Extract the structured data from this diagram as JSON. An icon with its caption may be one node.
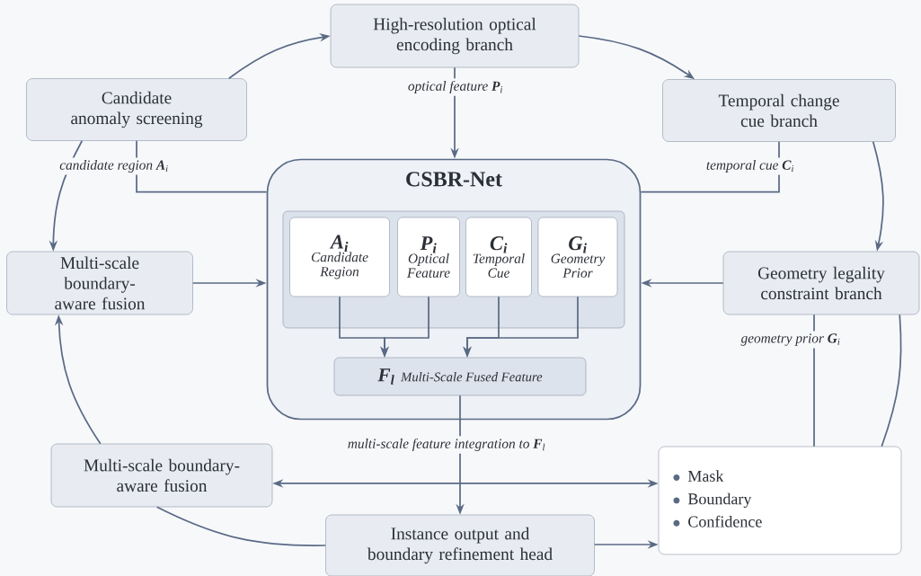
{
  "diagram": {
    "nodes": [
      {
        "text": [
          "High-resolution optical encoding branch"
        ]
      },
      {
        "text": [
          "Candidate anomaly screening"
        ]
      },
      {
        "text": [
          "Temporal change cue branch"
        ]
      },
      {
        "text": [
          "CSBR-Net"
        ]
      },
      {
        "text": [],
        "shape": "box",
        "in": 3
      },
      {
        "text": [
          "A$_{i}$",
          "Candidate Region"
        ],
        "in": 4
      },
      {
        "text": [
          "P$_{i}$",
          "Optical Feature"
        ],
        "in": 4
      },
      {
        "text": [
          "C$_{i}$",
          "Temporal Cue"
        ],
        "in": 4
      },
      {
        "text": [
          "G$_{i}$",
          "Geometry Prior"
        ],
        "in": 4
      },
      {
        "text": [
          "F$_{l}$",
          "Multi-Scale Fused Feature"
        ],
        "in": 3
      },
      {
        "text": [
          "Multi-scale boundary-aware fusion"
        ]
      },
      {
        "text": [
          "Geometry legality constraint branch"
        ]
      },
      {
        "text": [
          "Multi-scale boundary-aware fusion"
        ]
      },
      {
        "text": [
          "Mask",
          "Boundary",
          "Confidence"
        ]
      },
      {
        "text": [
          "Instance output and boundary refinement head"
        ]
      }
    ],
    "edges": [
      {
        "from": 1,
        "to": 0,
        "arrow": "to"
      },
      {
        "from": 0,
        "to": 2,
        "arrow": "to"
      },
      {
        "from": 0,
        "to": 3,
        "arrow": "to",
        "label": "optical feature **P**$_{i}$"
      },
      {
        "from": 1,
        "to": 3,
        "arrow": "none",
        "label": "candidate region **A**$_{i}$"
      },
      {
        "from": 2,
        "to": 3,
        "arrow": "none",
        "label": "temporal cue **C**$_{i}$"
      },
      {
        "from": 1,
        "to": 10,
        "arrow": "to"
      },
      {
        "from": 2,
        "to": 11,
        "arrow": "to"
      },
      {
        "from": 10,
        "to": 3,
        "arrow": "to"
      },
      {
        "from": 11,
        "to": 3,
        "arrow": "to"
      },
      {
        "from": 5,
        "to": 9,
        "arrow": "to"
      },
      {
        "from": 6,
        "to": 9,
        "arrow": "to"
      },
      {
        "from": 7,
        "to": 9,
        "arrow": "to"
      },
      {
        "from": 8,
        "to": 9,
        "arrow": "to"
      },
      {
        "from": 9,
        "to": 14,
        "arrow": "to",
        "label": "multi-scale feature integration to **F**$_{l}$"
      },
      {
        "from": 12,
        "to": 13,
        "arrow": "both"
      },
      {
        "from": 14,
        "to": 13,
        "arrow": "to"
      },
      {
        "from": 11,
        "to": 13,
        "arrow": "none",
        "label": "geometry prior **G**$_{i}$"
      },
      {
        "from": 11,
        "to": 13,
        "arrow": "none"
      },
      {
        "from": 14,
        "to": 12,
        "arrow": "none"
      },
      {
        "from": 12,
        "to": 10,
        "arrow": "to"
      }
    ]
  }
}
